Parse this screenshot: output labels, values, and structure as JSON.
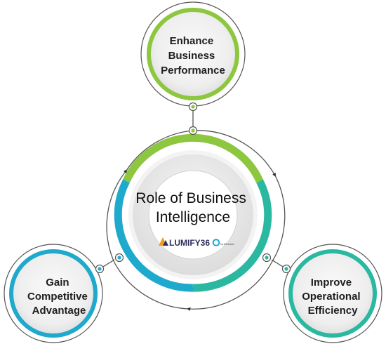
{
  "center": {
    "title_line1": "Role of Business",
    "title_line2": "Intelligence",
    "logo": {
      "text": "LUMIFY36",
      "byline": "by DiFactors"
    }
  },
  "nodes": [
    {
      "id": "top",
      "lines": [
        "Enhance",
        "Business",
        "Performance"
      ],
      "color": "#8dc63f"
    },
    {
      "id": "left",
      "lines": [
        "Gain",
        "Competitive",
        "Advantage"
      ],
      "color": "#1fa9cc"
    },
    {
      "id": "right",
      "lines": [
        "Improve",
        "Operational",
        "Efficiency"
      ],
      "color": "#2bb8a0"
    }
  ],
  "colors": {
    "green": "#8dc63f",
    "blue": "#1fa9cc",
    "teal": "#2bb8a0",
    "outline": "#555555",
    "disc": "#f0f0f0",
    "logo_orange": "#f39c1f",
    "logo_navy": "#2f2f5a"
  }
}
